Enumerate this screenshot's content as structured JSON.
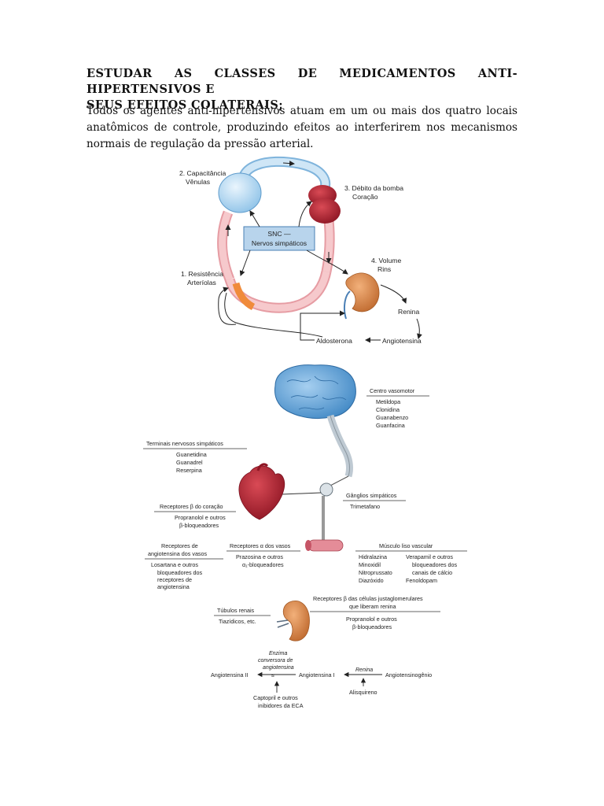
{
  "heading": {
    "line1": "ESTUDAR AS CLASSES DE MEDICAMENTOS ANTI-HIPERTENSIVOS E",
    "line2": "SEUS EFEITOS COLATERAIS;"
  },
  "intro": "Todos os agentes anti-hipertensivos atuam em um ou mais dos quatro locais anatômicos de controle, produzindo efeitos ao interferirem nos mecanismos normais de regulação da pressão arterial.",
  "figure1": {
    "cap_1": "2. Capacitância",
    "cap_2": "Vênulas",
    "debito_1": "3. Débito da bomba",
    "debito_2": "Coração",
    "snc_1": "SNC —",
    "snc_2": "Nervos simpáticos",
    "res_1": "1. Resistência",
    "res_2": "Arteríolas",
    "vol_1": "4. Volume",
    "vol_2": "Rins",
    "renina": "Renina",
    "aldosterona": "Aldosterona",
    "angiotensina": "Angiotensina"
  },
  "figure2": {
    "centro_title": "Centro vasomotor",
    "centro_drugs": [
      "Metildopa",
      "Clonidina",
      "Guanabenzo",
      "Guanfacina"
    ],
    "terminais_title": "Terminais nervosos simpáticos",
    "terminais_drugs": [
      "Guanetidina",
      "Guanadrel",
      "Reserpina"
    ],
    "recbeta_title": "Receptores β do coração",
    "recbeta_drugs": [
      "Propranolol e outros",
      "β-bloqueadores"
    ],
    "ganglios_title": "Gânglios simpáticos",
    "ganglios_drugs": [
      "Trimetafano"
    ],
    "angio_rec_title": [
      "Receptores de",
      "angiotensina dos vasos"
    ],
    "angio_rec_drugs": [
      "Losartana e outros",
      "bloqueadores dos",
      "receptores de",
      "angiotensina"
    ],
    "alpha_title": "Receptores α dos vasos",
    "alpha_drugs": [
      "Prazosina e outros",
      "α₁-bloqueadores"
    ],
    "musculo_title": "Músculo liso vascular",
    "musculo_col1": [
      "Hidralazina",
      "Minoxidil",
      "Nitroprussato",
      "Diazóxido"
    ],
    "musculo_col2": [
      "Verapamil e outros",
      "bloqueadores dos",
      "canais de cálcio",
      "Fenoldopam"
    ],
    "jg_title": [
      "Receptores β das células justaglomerulares",
      "que liberam renina"
    ],
    "jg_drugs": [
      "Propranolol e outros",
      "β-bloqueadores"
    ],
    "tubulos_title": "Túbulos renais",
    "tubulos_drugs": [
      "Tiazídicos, etc."
    ],
    "enzima": [
      "Enzima",
      "conversora de",
      "angiotensina"
    ],
    "angiotensina_ii": "Angiotensina II",
    "angiotensina_i": "Angiotensina I",
    "renina": "Renina",
    "angiotensinogenio": "Angiotensinogênio",
    "captopril": [
      "Captopril e outros",
      "inibidores da ECA"
    ],
    "aliskireno": "Alisquireno"
  },
  "colors": {
    "vein_blue": "#a9d3ef",
    "artery_pink": "#f2b8ba",
    "heart_red": "#b3202e",
    "kidney": "#d9874a",
    "brain_blue": "#6aa9d8",
    "snc_box": "#b8d4ec"
  }
}
